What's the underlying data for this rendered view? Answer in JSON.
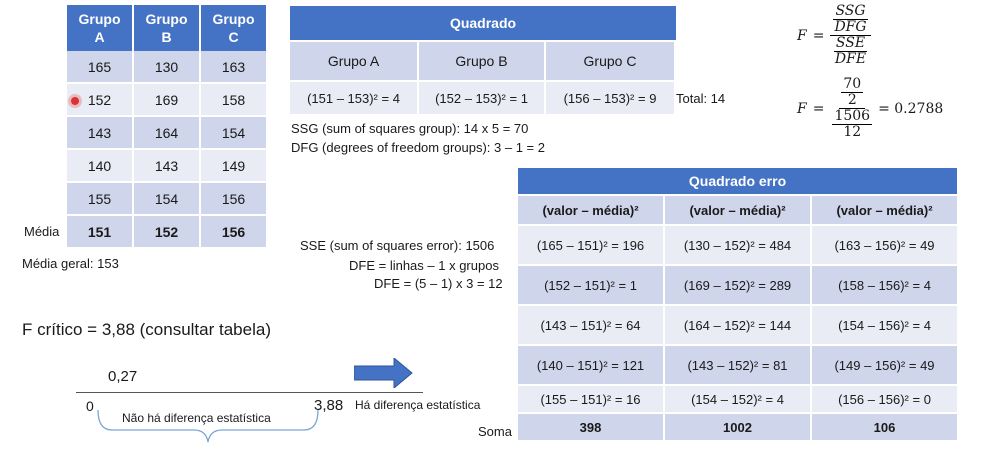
{
  "groups_table": {
    "headers": [
      "Grupo\nA",
      "Grupo\nB",
      "Grupo\nC"
    ],
    "rows": [
      [
        "165",
        "130",
        "163"
      ],
      [
        "152",
        "169",
        "158"
      ],
      [
        "143",
        "164",
        "154"
      ],
      [
        "140",
        "143",
        "149"
      ],
      [
        "155",
        "154",
        "156"
      ]
    ],
    "mean_label": "Média",
    "means": [
      "151",
      "152",
      "156"
    ],
    "grand_mean": "Média geral: 153"
  },
  "quadrado": {
    "title": "Quadrado",
    "headers": [
      "Grupo A",
      "Grupo B",
      "Grupo C"
    ],
    "values": [
      "(151 – 153)² = 4",
      "(152 – 153)² = 1",
      "(156 – 153)² = 9"
    ],
    "total": "Total: 14"
  },
  "ssg_line": "SSG (sum of squares group): 14 x 5 = 70",
  "dfg_line": "DFG (degrees of freedom groups): 3 – 1 = 2",
  "sse_line": "SSE (sum of squares error): 1506",
  "dfe_line1": "DFE = linhas – 1 x grupos",
  "dfe_line2": "DFE = (5 – 1) x 3 = 12",
  "f_critico": "F crítico = 3,88 (consultar tabela)",
  "formula": {
    "F": "F",
    "eq": "=",
    "ssg": "SSG",
    "dfg": "DFG",
    "sse": "SSE",
    "dfe": "DFE",
    "n1": "70",
    "d1": "2",
    "n2": "1506",
    "d2": "12",
    "result": "= 0.2788"
  },
  "erro": {
    "title": "Quadrado erro",
    "headers": [
      "(valor – média)²",
      "(valor – média)²",
      "(valor – média)²"
    ],
    "rows": [
      [
        "(165 – 151)² = 196",
        "(130 – 152)² = 484",
        "(163 – 156)² = 49"
      ],
      [
        "(152 – 151)² = 1",
        "(169 – 152)² = 289",
        "(158 – 156)² = 4"
      ],
      [
        "(143 – 151)² = 64",
        "(164 – 152)² = 144",
        "(154 – 156)² = 4"
      ],
      [
        "(140 – 151)² = 121",
        "(143 – 152)² = 81",
        "(149 – 156)² = 49"
      ],
      [
        "(155 – 151)² = 16",
        "(154 – 152)² = 4",
        "(156 – 156)² = 0"
      ]
    ],
    "sum_label": "Soma",
    "sums": [
      "398",
      "1002",
      "106"
    ]
  },
  "number_line": {
    "start": "0",
    "end": "3,88",
    "marker": "0,27",
    "no_diff": "Não há diferença estatística",
    "diff": "Há diferença estatística"
  },
  "colors": {
    "header": "#4472c4",
    "band_dark": "#cfd5ea",
    "band_light": "#e9ebf5",
    "arrow": "#4472c4",
    "cursor": "#e0302f"
  }
}
